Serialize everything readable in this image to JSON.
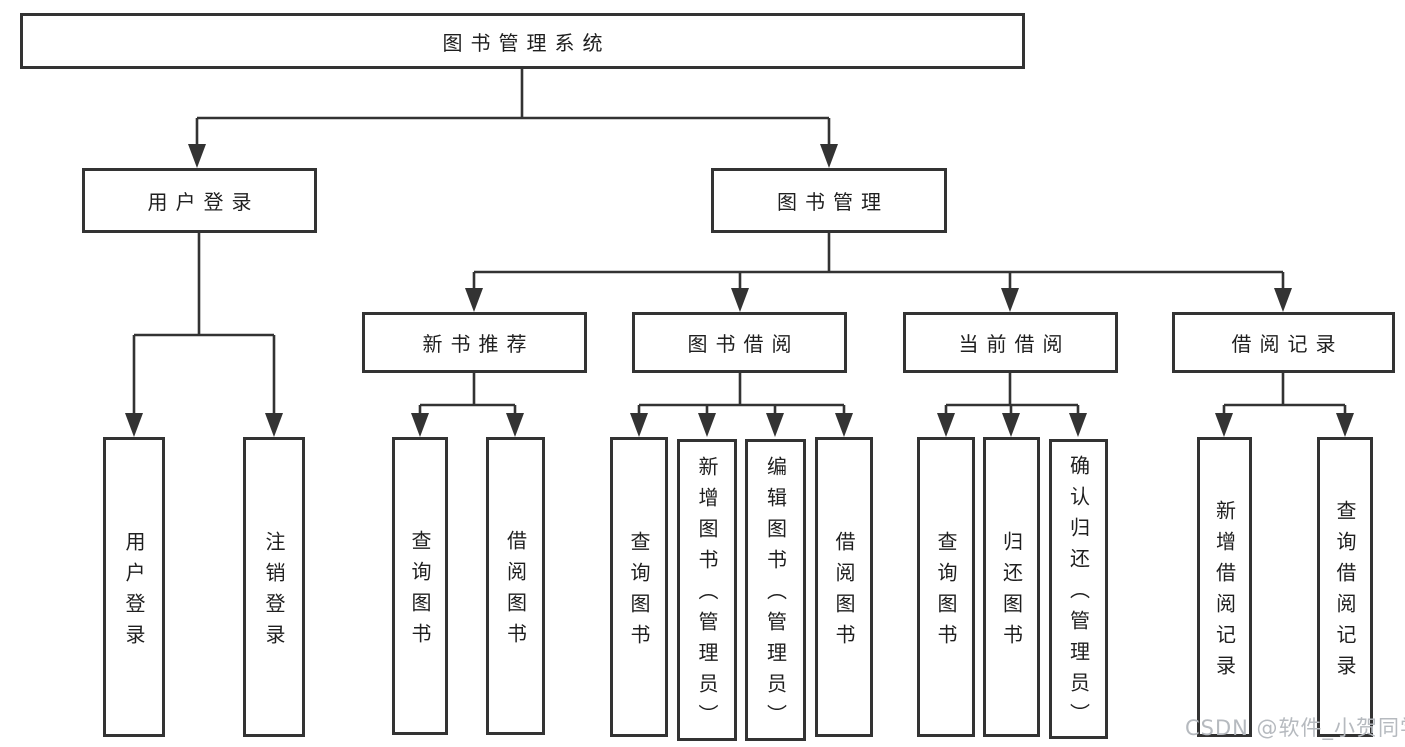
{
  "diagram": {
    "root": {
      "label": "图书管理系统"
    },
    "level2": {
      "user_login": {
        "label": "用户登录"
      },
      "book_mgmt": {
        "label": "图书管理"
      }
    },
    "level3": {
      "new_book_rec": {
        "label": "新书推荐"
      },
      "book_borrow": {
        "label": "图书借阅"
      },
      "current_borrow": {
        "label": "当前借阅"
      },
      "borrow_records": {
        "label": "借阅记录"
      }
    },
    "leaves": {
      "user_login": [
        "用户登录",
        "注销登录"
      ],
      "new_book_rec": [
        "查询图书",
        "借阅图书"
      ],
      "book_borrow": [
        "查询图书",
        "新增图书（管理员）",
        "编辑图书（管理员）",
        "借阅图书"
      ],
      "current_borrow": [
        "查询图书",
        "归还图书",
        "确认归还（管理员）"
      ],
      "borrow_records": [
        "新增借阅记录",
        "查询借阅记录"
      ]
    }
  },
  "watermark": {
    "text": "CSDN @软件_小贺同学"
  },
  "colors": {
    "line": "#333333",
    "border": "#333333",
    "text": "#1f1f1f",
    "watermark": "#b6babf",
    "background": "#ffffff"
  }
}
